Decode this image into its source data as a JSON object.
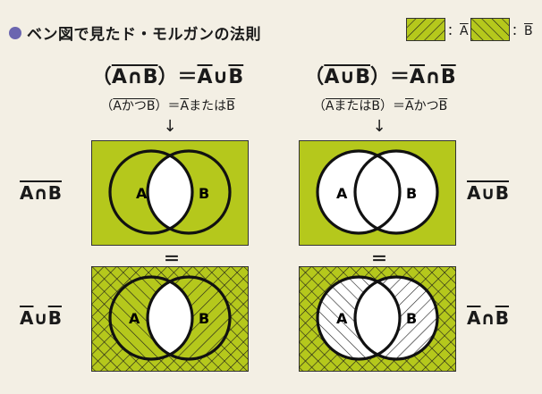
{
  "header": {
    "title": "ベン図で見たド・モルガンの法則"
  },
  "legend": {
    "sep": "：",
    "not_a": "A",
    "not_b": "B"
  },
  "law1": {
    "eq_open": "（",
    "eq_lhs": "A∩B",
    "eq_close": "）＝",
    "eq_r1": "A",
    "eq_op": "∪",
    "eq_r2": "B",
    "sub_open": "（",
    "sub_inner": "AかつB",
    "sub_close": "）＝",
    "sub_r1": "A",
    "sub_op": "または",
    "sub_r2": "B",
    "arrow": "↓",
    "equals": "＝",
    "top_label": "A∩B",
    "bottom_l1": "A",
    "bottom_op": "∪",
    "bottom_l2": "B"
  },
  "law2": {
    "eq_open": "（",
    "eq_lhs": "A∪B",
    "eq_close": "）＝",
    "eq_r1": "A",
    "eq_op": "∩",
    "eq_r2": "B",
    "sub_open": "（",
    "sub_inner": "AまたはB",
    "sub_close": "）＝",
    "sub_r1": "A",
    "sub_op": "かつ",
    "sub_r2": "B",
    "arrow": "↓",
    "equals": "＝",
    "top_label": "A∪B",
    "bottom_l1": "A",
    "bottom_op": "∩",
    "bottom_l2": "B"
  },
  "venn": {
    "label_a": "A",
    "label_b": "B"
  },
  "colors": {
    "fill": "#b5c81c",
    "bg": "#f3efe4",
    "bullet": "#6b66b0"
  }
}
